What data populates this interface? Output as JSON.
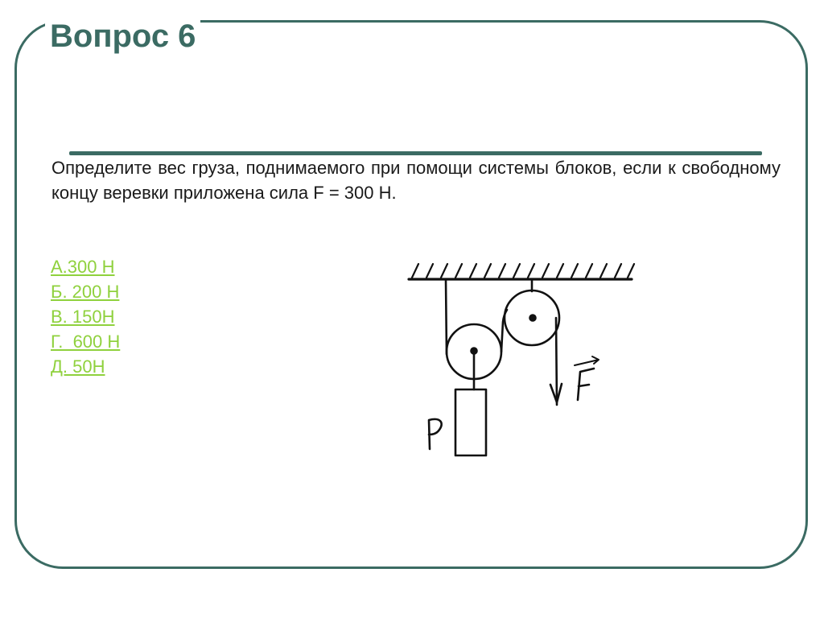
{
  "slide": {
    "title": "Вопрос 6",
    "question": "Определите вес груза, поднимаемого при помощи системы блоков, если к свободному концу веревки приложена сила F = 300 Н.",
    "answers": [
      "А.300 Н",
      "Б. 200 Н",
      "В. 150Н",
      "Г.  600 Н",
      "Д. 50Н"
    ]
  },
  "diagram": {
    "load_label": "P",
    "force_label": "F"
  },
  "colors": {
    "frame": "#3b6b63",
    "title": "#3b6b63",
    "answer_link": "#8fd13d",
    "text": "#1a1a1a"
  }
}
